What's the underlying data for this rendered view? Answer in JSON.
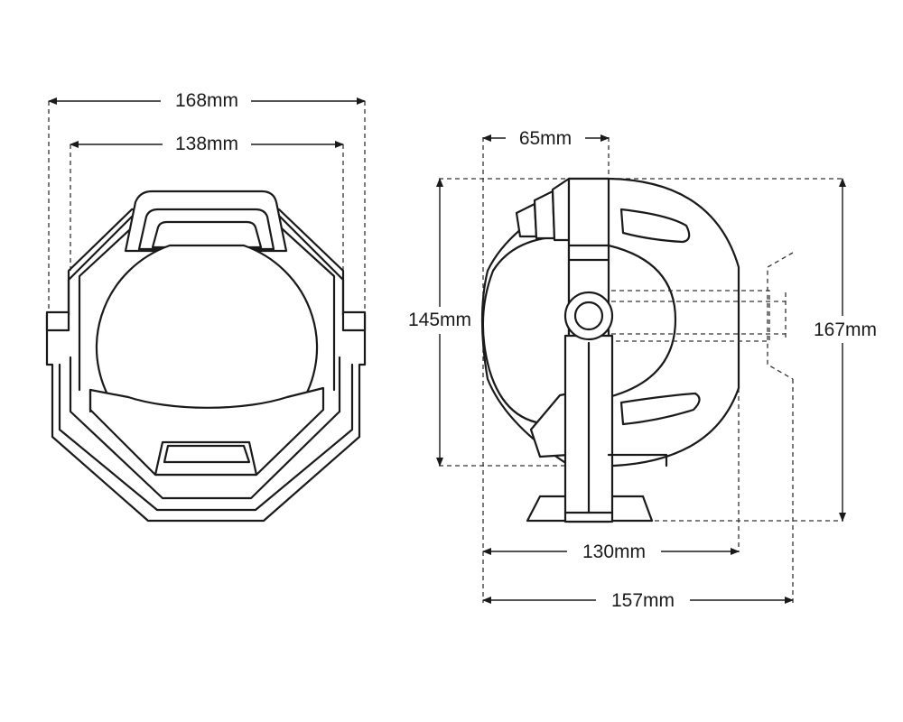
{
  "front_view": {
    "outer_width": "168mm",
    "inner_width": "138mm"
  },
  "side_view": {
    "bracket_depth": "65mm",
    "lamp_height": "145mm",
    "overall_height": "167mm",
    "body_length": "130mm",
    "overall_length": "157mm"
  },
  "colors": {
    "line": "#1a1a1a",
    "background": "#ffffff"
  }
}
